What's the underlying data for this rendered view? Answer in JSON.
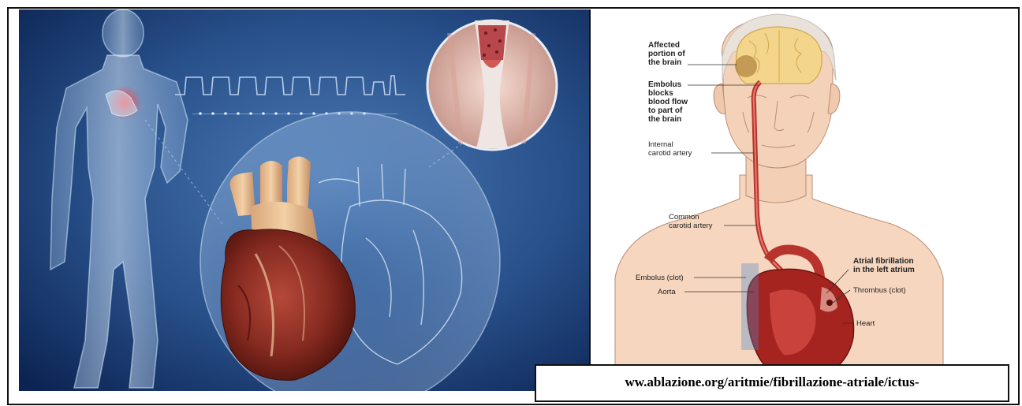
{
  "left_illustration": {
    "ecg_label": "",
    "scale_label": ""
  },
  "stroke_diagram": {
    "labels": {
      "affected": [
        "Affected",
        "portion of",
        "the brain"
      ],
      "embolus_blocks": [
        "Embolus",
        "blocks",
        "blood flow",
        "to part of",
        "the brain"
      ],
      "internal_carotid": [
        "Internal",
        "carotid artery"
      ],
      "common_carotid": [
        "Common",
        "carotid artery"
      ],
      "atrial_fib": [
        "Atrial fibrillation",
        "in the left atrium"
      ],
      "embolus_clot": "Embolus (clot)",
      "thrombus_clot": "Thrombus (clot)",
      "aorta": "Aorta",
      "heart": "Heart"
    }
  },
  "caption": {
    "text": "ww.ablazione.org/aritmie/fibrillazione-atriale/ictus-"
  },
  "colors": {
    "bg_blue_dark": "#0e2a5c",
    "bg_blue_light": "#3f6ea8",
    "heart_red": "#8e2a22",
    "skin": "#f6d6bf",
    "brain": "#f3d58c"
  }
}
